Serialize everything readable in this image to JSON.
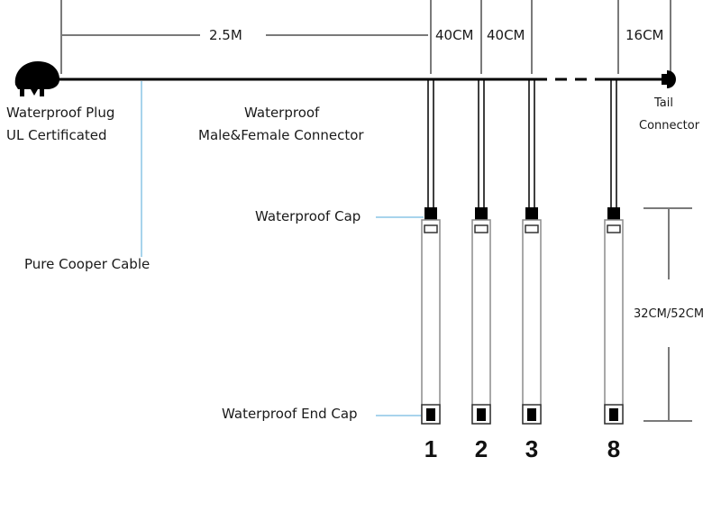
{
  "dimensions": {
    "main_cable_length": "2.5M",
    "spacing_1": "40CM",
    "spacing_2": "40CM",
    "spacing_last": "16CM",
    "tube_length": "32CM/52CM"
  },
  "labels": {
    "plug_line1": "Waterproof Plug",
    "plug_line2": "UL Certificated",
    "connector_line1": "Waterproof",
    "connector_line2": "Male&Female Connector",
    "tail_line1": "Tail",
    "tail_line2": "Connector",
    "cable": "Pure Cooper Cable",
    "cap": "Waterproof Cap",
    "end_cap": "Waterproof End Cap"
  },
  "tubes": [
    {
      "number": "1"
    },
    {
      "number": "2"
    },
    {
      "number": "3"
    },
    {
      "number": "8"
    }
  ],
  "colors": {
    "cable": "#000000",
    "leader": "#a8d4ec",
    "dimension_line": "#7a7a7a",
    "tube_outline": "#8c8c8c"
  }
}
